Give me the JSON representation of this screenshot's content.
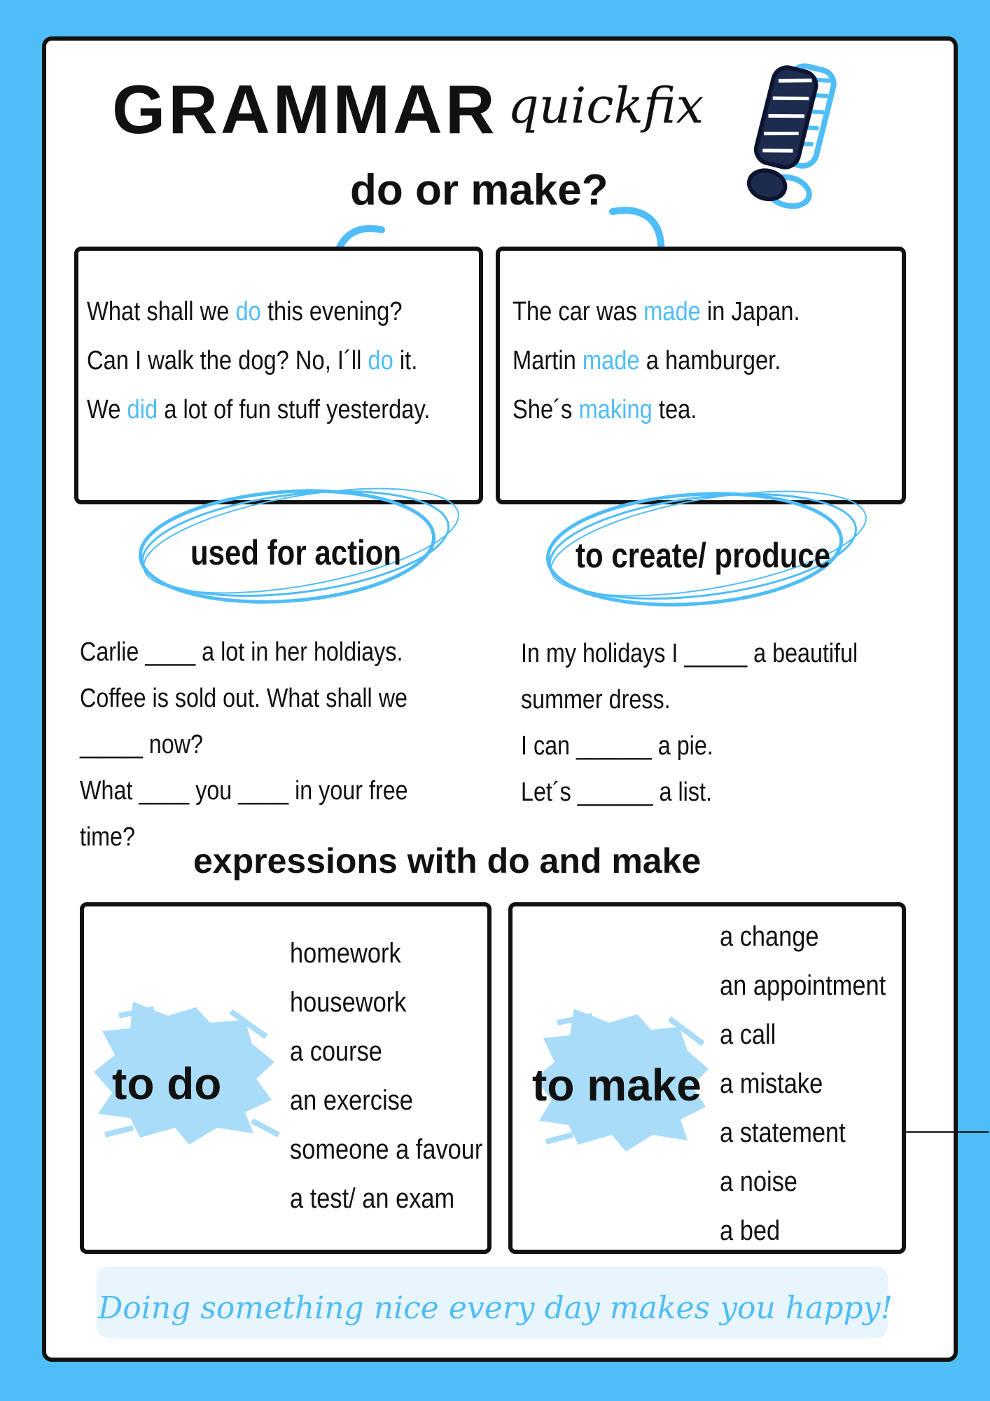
{
  "header": {
    "title": "GRAMMAR",
    "script": "quickfix",
    "subtitle": "do or make?"
  },
  "do_box": {
    "sentences": [
      {
        "before": "What shall we ",
        "verb": "do",
        "after": " this evening?"
      },
      {
        "before": "Can I walk the dog? No, I´ll ",
        "verb": "do",
        "after": " it."
      },
      {
        "before": "We ",
        "verb": "did",
        "after": " a lot of fun stuff yesterday."
      }
    ],
    "label": "used for action"
  },
  "make_box": {
    "sentences": [
      {
        "before": "The car was ",
        "verb": "made",
        "after": " in Japan."
      },
      {
        "before": "Martin ",
        "verb": "made",
        "after": " a hamburger."
      },
      {
        "before": "She´s ",
        "verb": "making",
        "after": " tea."
      }
    ],
    "label": "to create/ produce"
  },
  "exercises_left": [
    "Carlie ____ a lot in her holdiays.",
    "Coffee is sold out. What shall we",
    "_____ now?",
    "What ____ you ____ in your free",
    "time?"
  ],
  "exercises_right": [
    "In my holidays I _____ a beautiful",
    "summer dress.",
    "I can ______ a pie.",
    "Let´s ______ a list."
  ],
  "expressions": {
    "heading": "expressions with do and make",
    "do": {
      "label": "to do",
      "items": [
        "homework",
        "housework",
        "a course",
        "an exercise",
        "someone a favour",
        "a test/ an exam"
      ]
    },
    "make": {
      "label": "to make",
      "items": [
        "a change",
        "an appointment",
        "a call",
        "a mistake",
        "a statement",
        "a noise",
        "a bed"
      ]
    }
  },
  "banner": "Doing something nice every day makes you happy!",
  "colors": {
    "accent": "#4fbdf7",
    "ink": "#111111",
    "brush_blue": "#a9dcf8",
    "banner_bg": "#e9f5fd"
  }
}
